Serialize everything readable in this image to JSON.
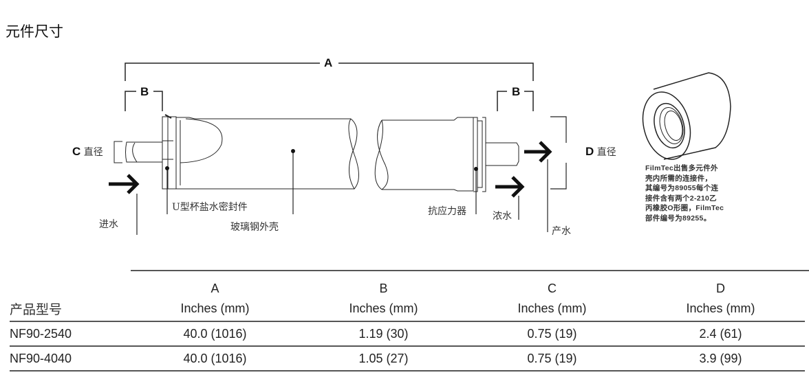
{
  "title": "元件尺寸",
  "diagram": {
    "dim_a": "A",
    "dim_b_left": "B",
    "dim_b_right": "B",
    "dim_c": "C",
    "dim_c_suffix": "直径",
    "dim_d": "D",
    "dim_d_suffix": "直径",
    "feed_label": "进水",
    "seal_label": "U型杯盐水密封件",
    "shell_label": "玻璃钢外壳",
    "atd_label": "抗应力器",
    "concentrate_label": "浓水",
    "permeate_label": "产水",
    "note_lines": [
      "FilmTec出售多元件外",
      "壳内所需的连接件，",
      "其编号为89055每个连",
      "接件含有两个2-210乙",
      "丙橡胶O形圈，FilmTec",
      "部件编号为89255。"
    ]
  },
  "table": {
    "columns": [
      "A",
      "B",
      "C",
      "D"
    ],
    "product_header": "产品型号",
    "units": [
      "Inches (mm)",
      "Inches (mm)",
      "Inches (mm)",
      "Inches (mm)"
    ],
    "rows": [
      {
        "model": "NF90-2540",
        "values": [
          "40.0 (1016)",
          "1.19 (30)",
          "0.75 (19)",
          "2.4 (61)"
        ]
      },
      {
        "model": "NF90-4040",
        "values": [
          "40.0 (1016)",
          "1.05 (27)",
          "0.75 (19)",
          "3.9 (99)"
        ]
      }
    ]
  }
}
